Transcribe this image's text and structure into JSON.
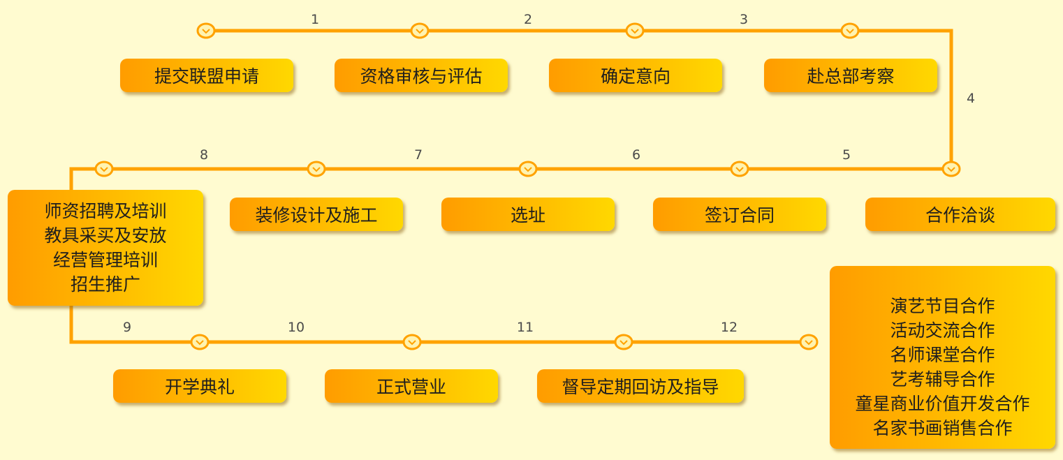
{
  "colors": {
    "line": "#ffa200",
    "node_fill": "#fff3b0",
    "background": "#fffbd0"
  },
  "steps": [
    {
      "number": "1",
      "label": "提交联盟申请"
    },
    {
      "number": "2",
      "label": "资格审核与评估"
    },
    {
      "number": "3",
      "label": "确定意向"
    },
    {
      "number": "4",
      "label": "赴总部考察"
    },
    {
      "number": "5",
      "label": "合作洽谈"
    },
    {
      "number": "6",
      "label": "签订合同"
    },
    {
      "number": "7",
      "label": "选址"
    },
    {
      "number": "8",
      "label": "装修设计及施工"
    },
    {
      "number": "9",
      "lines": [
        "师资招聘及培训",
        "教具采买及安放",
        "经营管理培训",
        "招生推广"
      ]
    },
    {
      "number": "10",
      "label": "开学典礼"
    },
    {
      "number": "11",
      "label": "正式营业"
    },
    {
      "number": "12",
      "label": "督导定期回访及指导"
    }
  ],
  "final": {
    "lines": [
      "演艺节目合作",
      "活动交流合作",
      "名师课堂合作",
      "艺考辅导合作",
      "童星商业价值开发合作",
      "名家书画销售合作"
    ]
  }
}
